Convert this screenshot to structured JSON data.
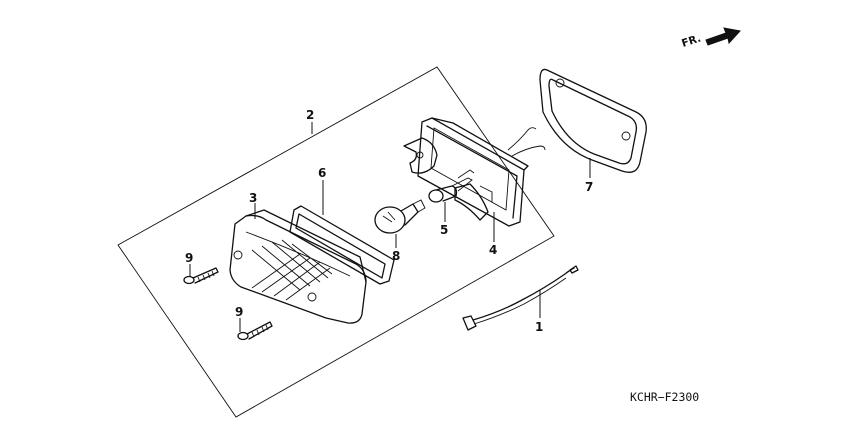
{
  "diagram": {
    "labels": {
      "part_1": "1",
      "part_2": "2",
      "part_3": "3",
      "part_4": "4",
      "part_5": "5",
      "part_6": "6",
      "part_7": "7",
      "part_8": "8",
      "part_9a": "9",
      "part_9b": "9"
    },
    "direction": {
      "text": "FR.",
      "icon": "arrow-right-icon"
    },
    "reference_code": "KCHR−F2300"
  }
}
